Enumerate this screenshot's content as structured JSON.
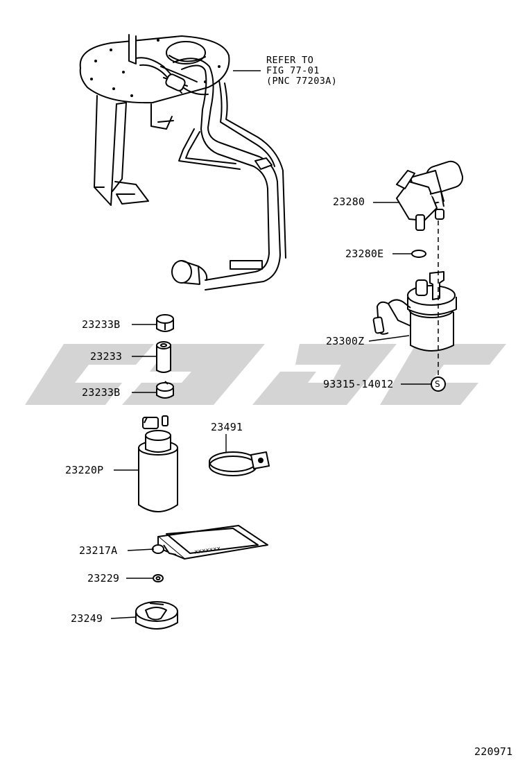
{
  "diagram": {
    "reference_note": {
      "line1": "REFER TO",
      "line2": "FIG 77-01",
      "line3": "(PNC 77203A)"
    },
    "parts": [
      {
        "id": "23280",
        "label": "23280"
      },
      {
        "id": "23280E",
        "label": "23280E"
      },
      {
        "id": "23300Z",
        "label": "23300Z"
      },
      {
        "id": "93315-14012",
        "label": "93315-14012"
      },
      {
        "id": "23233B-top",
        "label": "23233B"
      },
      {
        "id": "23233",
        "label": "23233"
      },
      {
        "id": "23233B-bottom",
        "label": "23233B"
      },
      {
        "id": "23491",
        "label": "23491"
      },
      {
        "id": "23220P",
        "label": "23220P"
      },
      {
        "id": "23217A",
        "label": "23217A"
      },
      {
        "id": "23229",
        "label": "23229"
      },
      {
        "id": "23249",
        "label": "23249"
      }
    ],
    "standard_part_symbol": "S",
    "filter_mesh_text": "xxxxxxx",
    "diagram_number": "220971",
    "watermark_color": "#d4d4d4"
  }
}
